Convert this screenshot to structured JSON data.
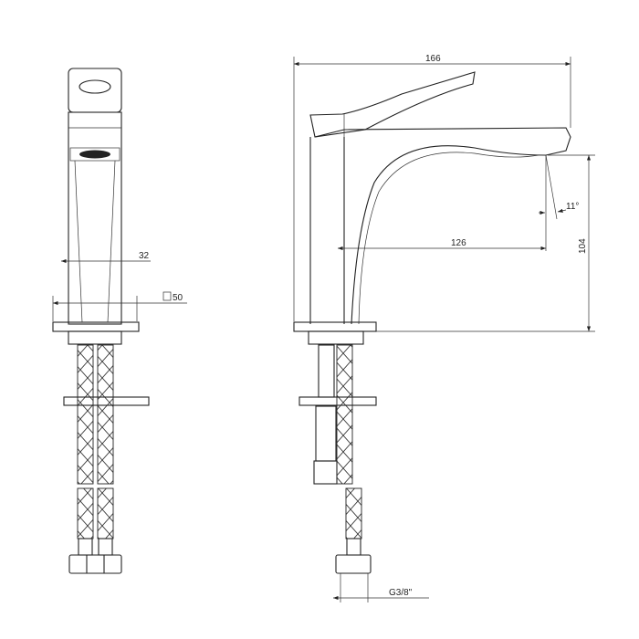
{
  "dimensions": {
    "overall_length": "166",
    "spout_reach": "126",
    "spout_height": "104",
    "spout_angle": "11°",
    "body_width": "32",
    "base_square": "50",
    "connection_thread": "G3/8\""
  },
  "colors": {
    "line": "#222222",
    "background": "#ffffff"
  }
}
